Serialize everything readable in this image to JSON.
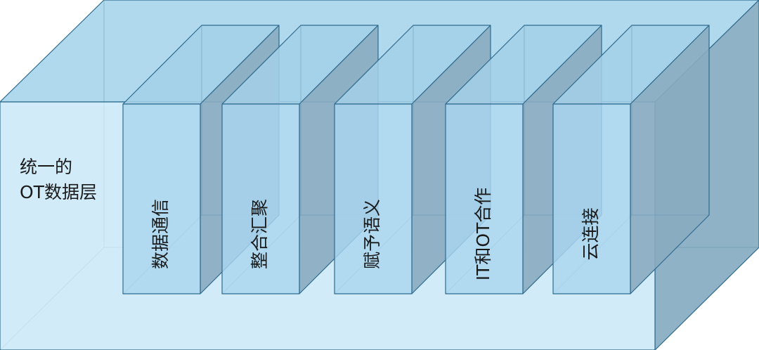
{
  "layer": {
    "label_line1": "统一的",
    "label_line2": "OT数据层"
  },
  "modules": [
    {
      "label": "数据通信"
    },
    {
      "label": "整合汇聚"
    },
    {
      "label": "赋予语义"
    },
    {
      "label": "IT和OT合作"
    },
    {
      "label": "云连接"
    }
  ],
  "colors": {
    "front": "#c4e6f7",
    "top": "#b0d9ee",
    "side": "#8fb2c6",
    "module_front": "#a9d6ef",
    "module_side": "#89abc0",
    "module_top": "#a5d0e8",
    "edge": "#2e6b8f"
  }
}
